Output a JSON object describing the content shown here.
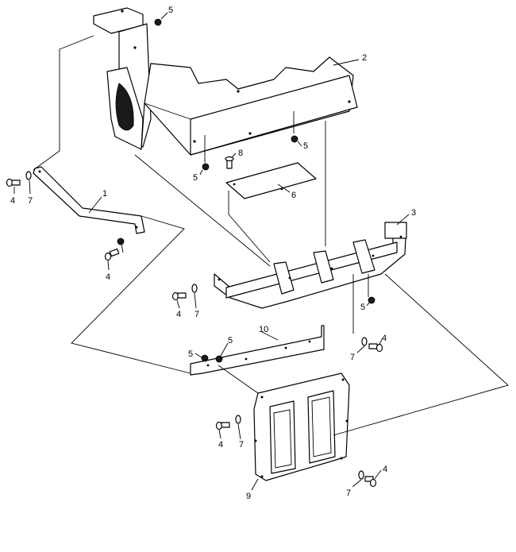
{
  "callouts": {
    "c5a": "5",
    "c2": "2",
    "c5b": "5",
    "c8": "8",
    "c5c": "5",
    "c6": "6",
    "c1": "1",
    "c4a": "4",
    "c7a": "7",
    "c3": "3",
    "c4b": "4",
    "c4c": "4",
    "c7b": "7",
    "c5d": "5",
    "c10": "10",
    "c5e": "5",
    "c5f": "5",
    "c4d": "4",
    "c7c": "7",
    "c4e": "4",
    "c7d": "7",
    "c9": "9",
    "c7e": "7",
    "c4f": "4"
  }
}
